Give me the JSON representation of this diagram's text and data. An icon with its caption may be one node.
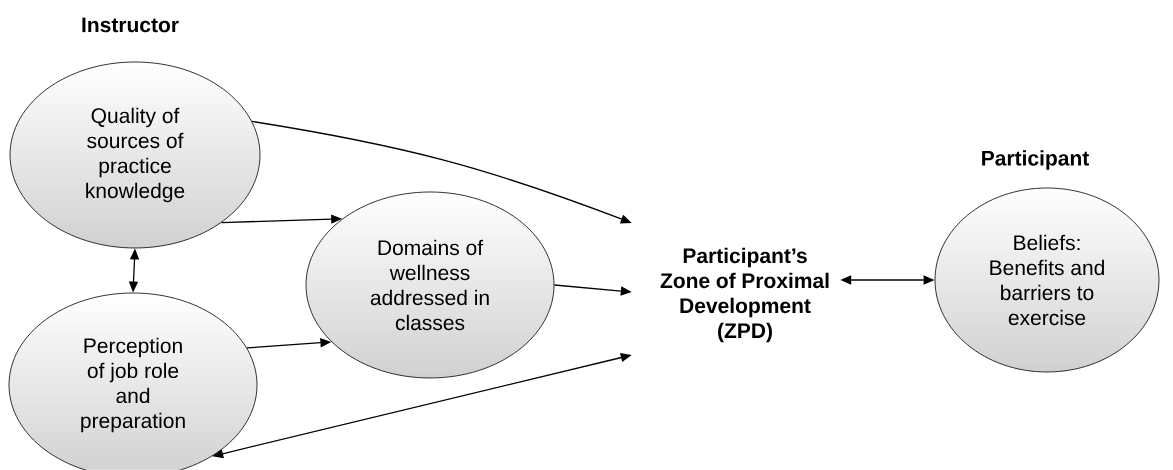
{
  "diagram": {
    "nodes": [
      {
        "text": [
          "Quality of sources of practice knowledge"
        ]
      },
      {
        "text": [
          "Domains of wellness addressed in classes"
        ]
      },
      {
        "text": [
          "Perception of job role and preparation"
        ]
      },
      {
        "text": [
          "Participant’s Zone of Proximal Development (ZPD)"
        ]
      },
      {
        "text": [
          "Beliefs: Benefits and barriers to exercise"
        ]
      }
    ],
    "edges": [
      {
        "from": 0,
        "to": 3,
        "arrow": "to"
      },
      {
        "from": 0,
        "to": 1,
        "arrow": "to"
      },
      {
        "from": 0,
        "to": 2,
        "arrow": "both"
      },
      {
        "from": 1,
        "to": 3,
        "arrow": "to"
      },
      {
        "from": 2,
        "to": 1,
        "arrow": "to"
      },
      {
        "from": 3,
        "to": 2,
        "arrow": "both"
      },
      {
        "from": 3,
        "to": 4,
        "arrow": "both"
      }
    ],
    "labels": [
      "Instructor",
      "Participant"
    ]
  }
}
